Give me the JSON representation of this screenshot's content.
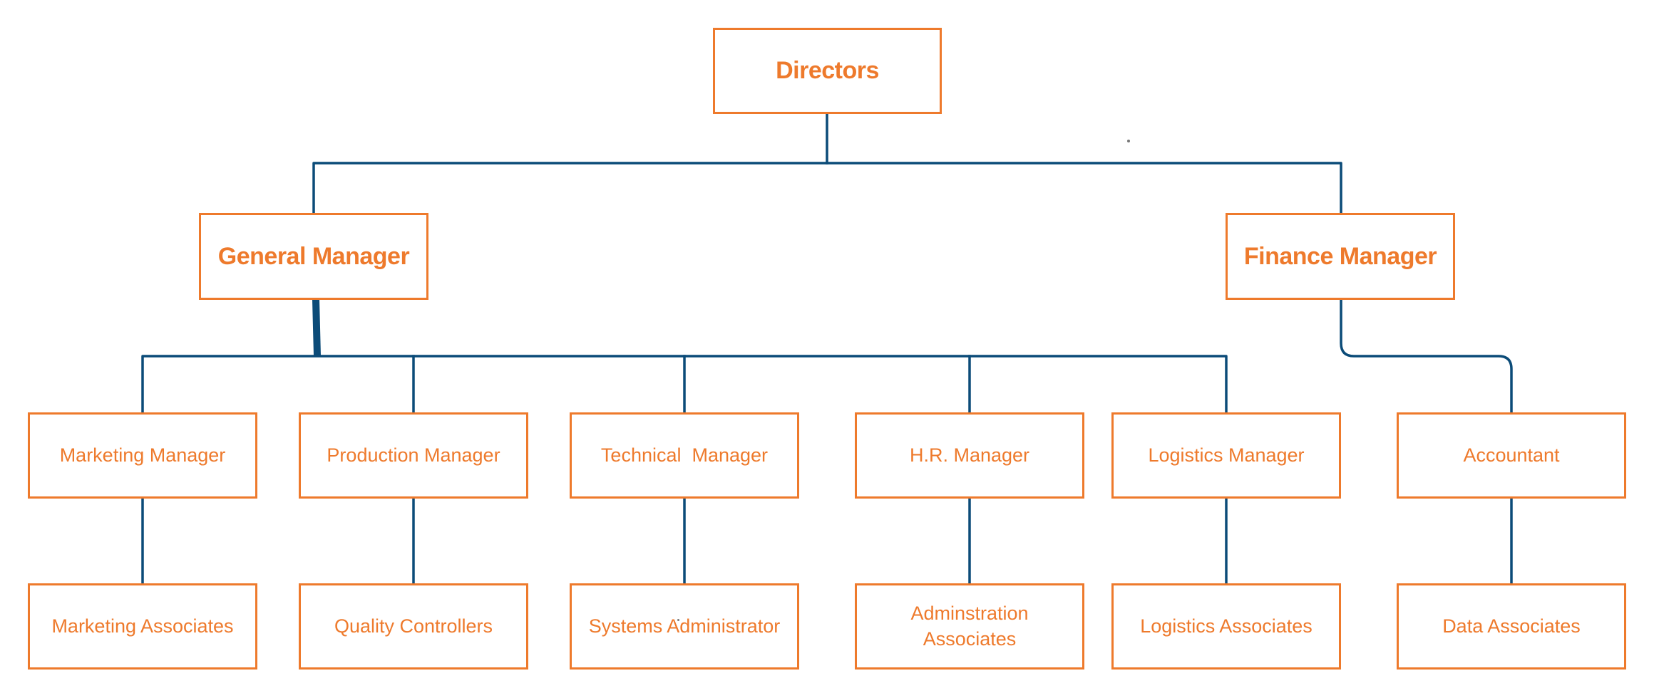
{
  "colors": {
    "box_border": "#ee7a2c",
    "box_text": "#ee7a2c",
    "connector": "#0b4b78",
    "background": "#ffffff"
  },
  "nodes": {
    "directors": "Directors",
    "general_manager": "General Manager",
    "finance_manager": "Finance Manager",
    "marketing_manager": "Marketing Manager",
    "production_manager": "Production Manager",
    "technical_manager": "Technical  Manager",
    "hr_manager": "H.R. Manager",
    "logistics_manager": "Logistics Manager",
    "accountant": "Accountant",
    "marketing_associates": "Marketing Associates",
    "quality_controllers": "Quality Controllers",
    "systems_administrator": "Systems Administrator",
    "administration_associates": "Adminstration Associates",
    "logistics_associates": "Logistics Associates",
    "data_associates": "Data Associates"
  },
  "hierarchy": [
    {
      "from": "directors",
      "to": "general_manager"
    },
    {
      "from": "directors",
      "to": "finance_manager"
    },
    {
      "from": "general_manager",
      "to": "marketing_manager"
    },
    {
      "from": "general_manager",
      "to": "production_manager"
    },
    {
      "from": "general_manager",
      "to": "technical_manager"
    },
    {
      "from": "general_manager",
      "to": "hr_manager"
    },
    {
      "from": "general_manager",
      "to": "logistics_manager"
    },
    {
      "from": "finance_manager",
      "to": "accountant"
    },
    {
      "from": "marketing_manager",
      "to": "marketing_associates"
    },
    {
      "from": "production_manager",
      "to": "quality_controllers"
    },
    {
      "from": "technical_manager",
      "to": "systems_administrator"
    },
    {
      "from": "hr_manager",
      "to": "administration_associates"
    },
    {
      "from": "logistics_manager",
      "to": "logistics_associates"
    },
    {
      "from": "accountant",
      "to": "data_associates"
    }
  ]
}
